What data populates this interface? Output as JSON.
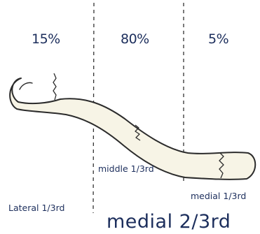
{
  "regions": [
    {
      "percent": "15%",
      "label": "Lateral 1/3rd"
    },
    {
      "percent": "80%",
      "label": "middle 1/3rd"
    },
    {
      "percent": "5%",
      "label": "medial 1/3rd"
    }
  ],
  "summary_label": "medial 2/3rd",
  "colors": {
    "ink": "#1c2e5c",
    "bone_fill": "#f7f4e6",
    "bone_outline": "#2b2b2b",
    "divider": "#333333"
  }
}
